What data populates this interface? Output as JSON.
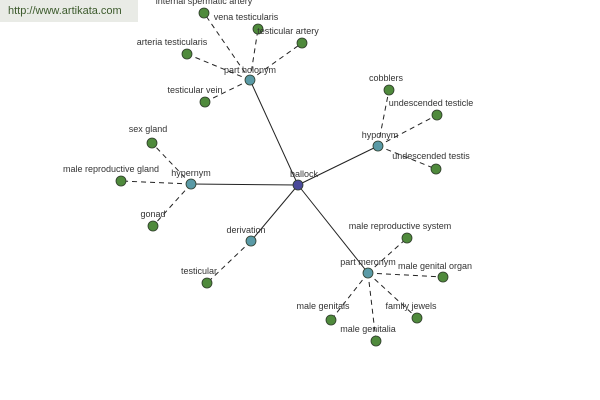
{
  "watermark": "http://www.artikata.com",
  "colors": {
    "center_node": "#4a4a9a",
    "relation_node": "#5a9aa6",
    "leaf_node": "#4f8a3c",
    "edge": "#222222"
  },
  "graph": {
    "center": {
      "id": "ballock",
      "label": "ballock"
    },
    "relations": [
      {
        "id": "rel-part-holonym",
        "label": "part holonym"
      },
      {
        "id": "rel-hyponym",
        "label": "hyponym"
      },
      {
        "id": "rel-hypernym",
        "label": "hypernym"
      },
      {
        "id": "rel-derivation",
        "label": "derivation"
      },
      {
        "id": "rel-part-meronym",
        "label": "part meronym"
      }
    ],
    "leaves": [
      {
        "id": "leaf-internal-spermatic-artery",
        "label": "internal spermatic artery",
        "relation": "rel-part-holonym"
      },
      {
        "id": "leaf-vena-testicularis",
        "label": "vena testicularis",
        "relation": "rel-part-holonym"
      },
      {
        "id": "leaf-testicular-artery",
        "label": "testicular artery",
        "relation": "rel-part-holonym"
      },
      {
        "id": "leaf-arteria-testicularis",
        "label": "arteria testicularis",
        "relation": "rel-part-holonym"
      },
      {
        "id": "leaf-testicular-vein",
        "label": "testicular vein",
        "relation": "rel-part-holonym"
      },
      {
        "id": "leaf-cobblers",
        "label": "cobblers",
        "relation": "rel-hyponym"
      },
      {
        "id": "leaf-undescended-testicle",
        "label": "undescended testicle",
        "relation": "rel-hyponym"
      },
      {
        "id": "leaf-undescended-testis",
        "label": "undescended testis",
        "relation": "rel-hyponym"
      },
      {
        "id": "leaf-sex-gland",
        "label": "sex gland",
        "relation": "rel-hypernym"
      },
      {
        "id": "leaf-male-reproductive-gland",
        "label": "male reproductive gland",
        "relation": "rel-hypernym"
      },
      {
        "id": "leaf-gonad",
        "label": "gonad",
        "relation": "rel-hypernym"
      },
      {
        "id": "leaf-testicular",
        "label": "testicular",
        "relation": "rel-derivation"
      },
      {
        "id": "leaf-male-reproductive-system",
        "label": "male reproductive system",
        "relation": "rel-part-meronym"
      },
      {
        "id": "leaf-male-genital-organ",
        "label": "male genital organ",
        "relation": "rel-part-meronym"
      },
      {
        "id": "leaf-male-genitals",
        "label": "male genitals",
        "relation": "rel-part-meronym"
      },
      {
        "id": "leaf-family-jewels",
        "label": "family jewels",
        "relation": "rel-part-meronym"
      },
      {
        "id": "leaf-male-genitalia",
        "label": "male genitalia",
        "relation": "rel-part-meronym"
      }
    ]
  }
}
